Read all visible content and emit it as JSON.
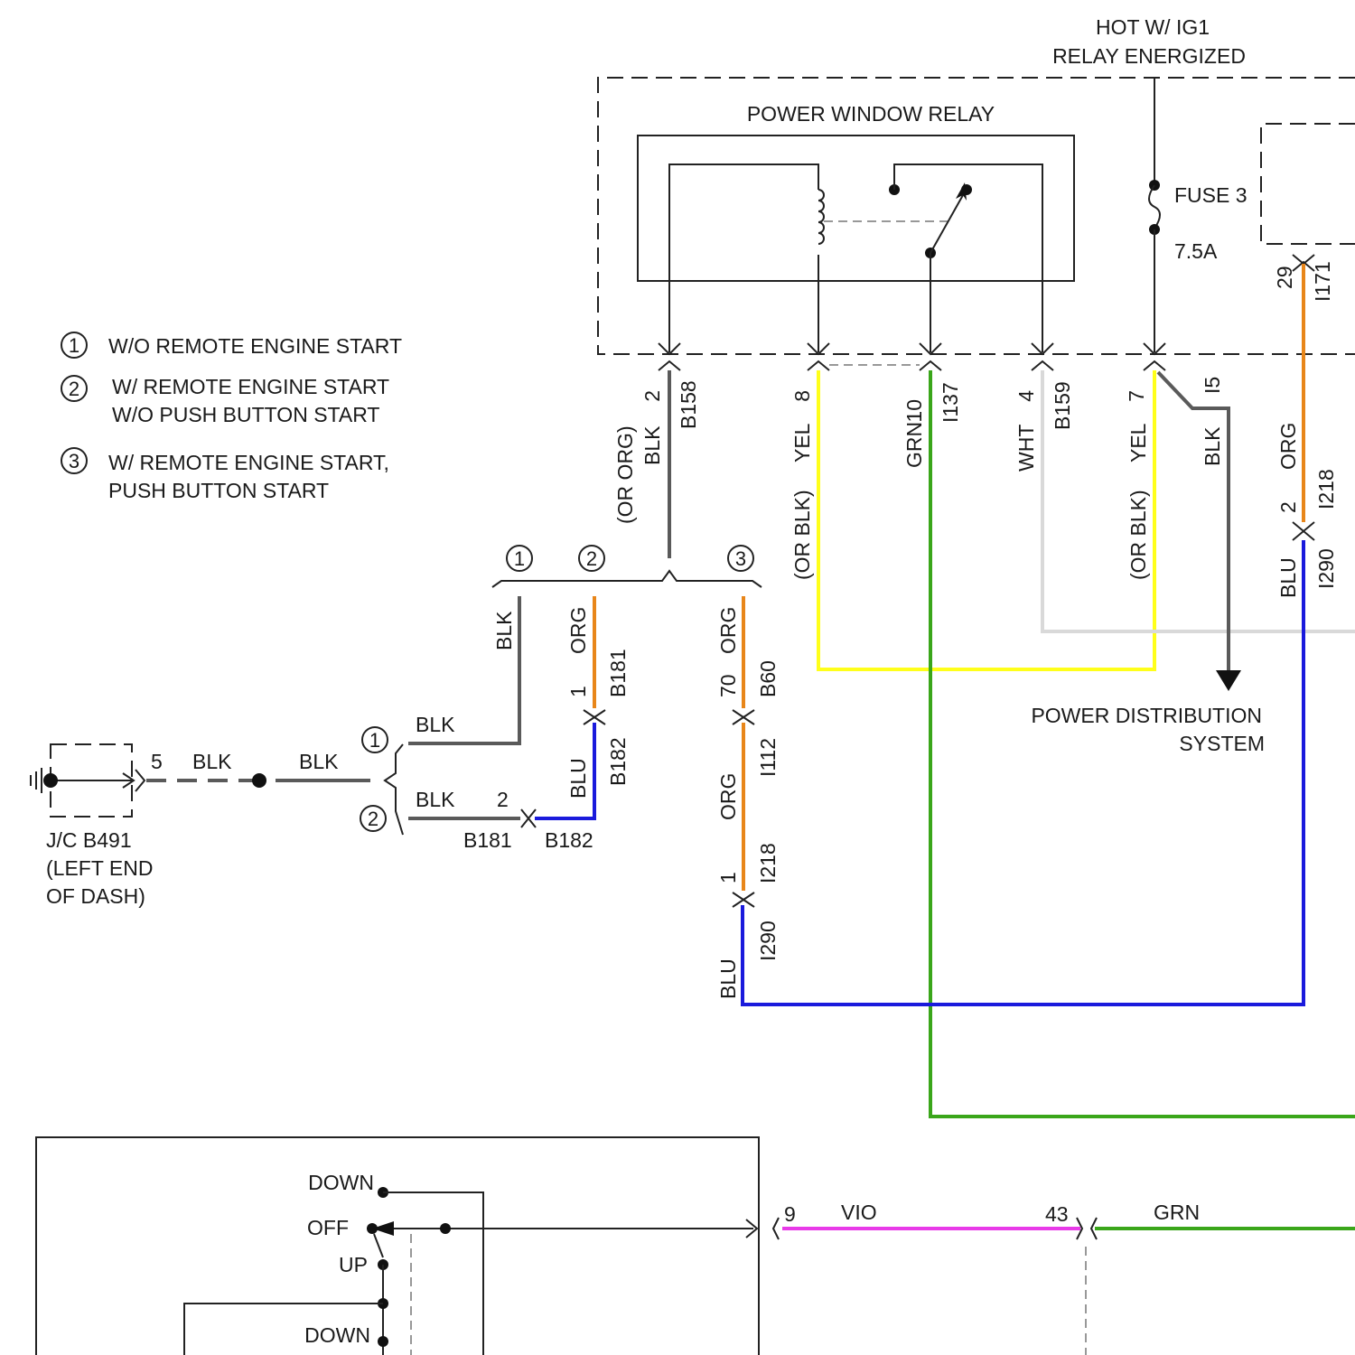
{
  "header": {
    "line1": "HOT W/ IG1",
    "line2": "RELAY ENERGIZED"
  },
  "relay": {
    "title": "POWER WINDOW RELAY"
  },
  "fuse": {
    "name": "FUSE 3",
    "rating": "7.5A"
  },
  "legend": [
    {
      "num": "1",
      "lines": [
        "W/O REMOTE ENGINE START"
      ]
    },
    {
      "num": "2",
      "lines": [
        "W/ REMOTE ENGINE START",
        "W/O PUSH BUTTON START"
      ]
    },
    {
      "num": "3",
      "lines": [
        "W/ REMOTE ENGINE START,",
        "PUSH BUTTON START"
      ]
    }
  ],
  "relay_pins": [
    {
      "pin": "2",
      "wire": "BLK",
      "alt": "(OR ORG)",
      "conn": "B158"
    },
    {
      "pin": "8",
      "wire": "YEL",
      "alt": "(OR BLK)",
      "conn": ""
    },
    {
      "pin": "10",
      "wire": "GRN",
      "alt": "",
      "conn": "I137"
    },
    {
      "pin": "4",
      "wire": "WHT",
      "alt": "",
      "conn": "B159"
    },
    {
      "pin": "7",
      "wire": "YEL",
      "alt": "(OR BLK)",
      "conn": ""
    },
    {
      "pin": "",
      "wire": "BLK",
      "alt": "",
      "conn": "I5"
    }
  ],
  "right_branch": {
    "pin_top": "29",
    "conn_top": "I171",
    "wire_top": "ORG",
    "pin_mid": "2",
    "conn_mid": "I218",
    "wire_bot": "BLU",
    "conn_bot": "I290"
  },
  "branch_circles": [
    "1",
    "2",
    "3"
  ],
  "branch1": {
    "wire": "BLK"
  },
  "branch2": {
    "wire_top": "ORG",
    "pin": "1",
    "conn_top": "B181",
    "wire_bot": "BLU",
    "conn_bot": "B182"
  },
  "branch3": {
    "wire1": "ORG",
    "pin1": "70",
    "conn1": "B60",
    "conn2": "I112",
    "wire2": "ORG",
    "pin3": "1",
    "conn3": "I218",
    "conn4": "I290",
    "wire3": "BLU"
  },
  "ground": {
    "pin": "5",
    "wire1": "BLK",
    "wire2": "BLK",
    "label": [
      "J/C B491",
      "(LEFT END",
      "OF DASH)"
    ]
  },
  "split": {
    "c1": "1",
    "c2": "2",
    "w1": "BLK",
    "w2": "BLK",
    "pin2": "2",
    "conn_l": "B181",
    "conn_r": "B182"
  },
  "pds": {
    "line1": "POWER DISTRIBUTION",
    "line2": "SYSTEM"
  },
  "switch": {
    "down1": "DOWN",
    "off": "OFF",
    "up": "UP",
    "down2": "DOWN"
  },
  "bottom_wire": {
    "pin_l": "9",
    "wire_l": "VIO",
    "pin_r": "43",
    "wire_r": "GRN"
  },
  "colors": {
    "blk": "#5a5a5a",
    "org": "#e8861a",
    "blu": "#1a1adc",
    "yel": "#ffff1a",
    "grn": "#3aa61a",
    "wht": "#d9d9d9",
    "vio": "#e83ae8"
  }
}
